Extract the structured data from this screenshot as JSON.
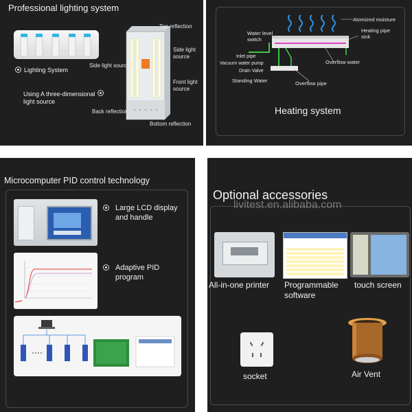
{
  "lighting": {
    "title": "Professional lighting system",
    "lighting_system": "Lighting System",
    "three_d": "Using A three-dimensional\nlight source",
    "top_reflection": "Top reflection",
    "side_light_source_right": "Side light\nsource",
    "side_light_source_left": "Side light source",
    "front_light_source": "Front light\nsource",
    "back_reflection": "Back reflection",
    "bottom_reflection": "Bottom reflection"
  },
  "heating": {
    "title": "Heating system",
    "atomized_moisture": "Atomized moisture",
    "water_level_switch": "Water level\nswitch",
    "heating_pipe_sink": "Heating pipe\nsink",
    "inlet_pipe": "Inlet pipe",
    "vacuum_water_pump": "Vacuum water pump",
    "drain_valve": "Drain Valve",
    "overflow_water": "Overflow water",
    "standing_water": "Standing Water",
    "overflow_pipe": "Overflow pipe"
  },
  "pid": {
    "title": "Microcomputer PID control technology",
    "lcd_label": "Large LCD display\nand handle",
    "adaptive_label": "Adaptive PID\nprogram"
  },
  "accessories": {
    "title": "Optional accessories",
    "printer": "All-in-one printer",
    "programmable": "Programmable\nsoftware",
    "touch_screen": "touch screen",
    "socket": "socket",
    "air_vent": "Air Vent"
  },
  "watermark": "livitest.en.alibaba.com",
  "colors": {
    "panel_bg": "#1f1f1f",
    "text": "#f2f2f2",
    "moisture_blue": "#2f8fe0",
    "heater_pink": "#e040c8",
    "pipe_green": "#3cc94a",
    "lamp_orange": "#f07a20"
  }
}
